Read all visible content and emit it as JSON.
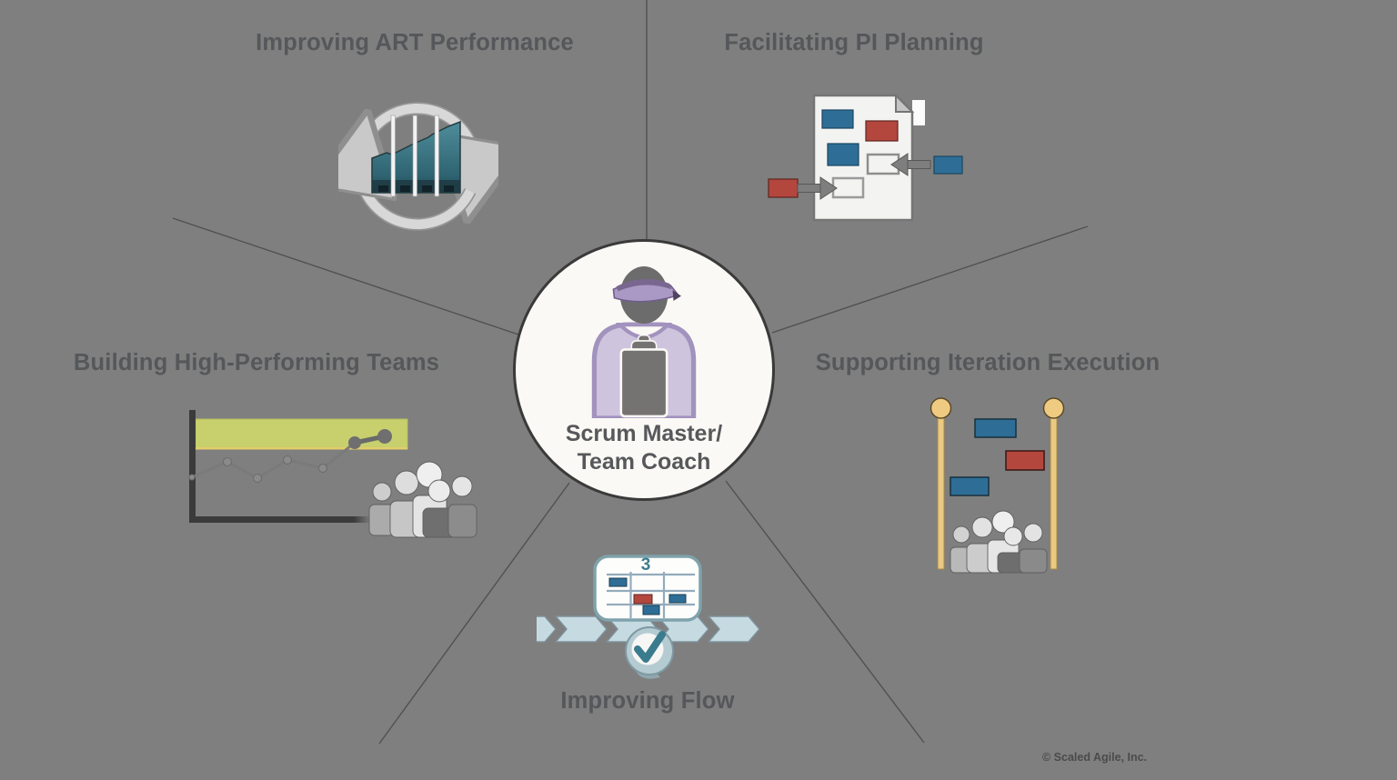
{
  "diagram": {
    "center": {
      "line1": "Scrum Master/",
      "line2": "Team Coach"
    },
    "sections": {
      "art": {
        "label": "Improving ART Performance"
      },
      "pi": {
        "label": "Facilitating PI Planning"
      },
      "teams": {
        "label": "Building High-Performing Teams"
      },
      "iteration": {
        "label": "Supporting Iteration Execution"
      },
      "flow": {
        "label": "Improving Flow"
      }
    },
    "flow_board": {
      "wip_limit": "3"
    },
    "copyright": "© Scaled Agile, Inc.",
    "colors": {
      "background": "#7E7F7E",
      "title_text": "#56575A",
      "card_blue": "#2E6E96",
      "card_red": "#B3473E",
      "band_green": "#C8CF6D",
      "pole_gold": "#EAC981",
      "chart_teal": "#3E7E8C",
      "check_teal": "#3A7C8D",
      "visor_purple": "#79678F",
      "shirt_purple": "#CEC4DD",
      "circle_fill": "#FBF9F5"
    }
  }
}
